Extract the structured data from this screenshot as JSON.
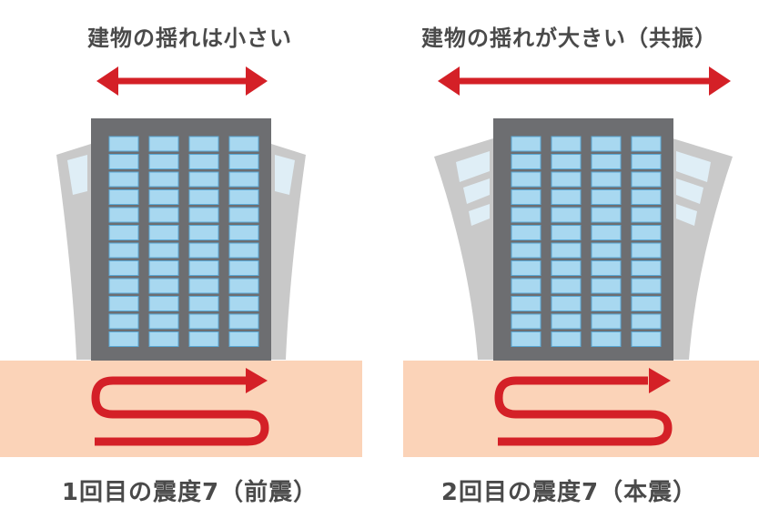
{
  "panels": [
    {
      "id": "foreshock",
      "top_caption": "建物の揺れは小さい",
      "bottom_caption": "1回目の震度7（前震）",
      "sway": "small"
    },
    {
      "id": "mainshock",
      "top_caption": "建物の揺れが大きい（共振）",
      "bottom_caption": "2回目の震度7（本震）",
      "sway": "large"
    }
  ],
  "colors": {
    "arrow_red": "#d42027",
    "ground": "#fbd3b8",
    "building_frame": "#6d6e71",
    "window": "#a8d8f0",
    "window_border": "#5aa9d6",
    "ghost_building": "#c8c8c8"
  },
  "icons": {
    "sway_arrow": "double-headed-horizontal-arrow",
    "ground_wave": "s-curve-arrow"
  }
}
